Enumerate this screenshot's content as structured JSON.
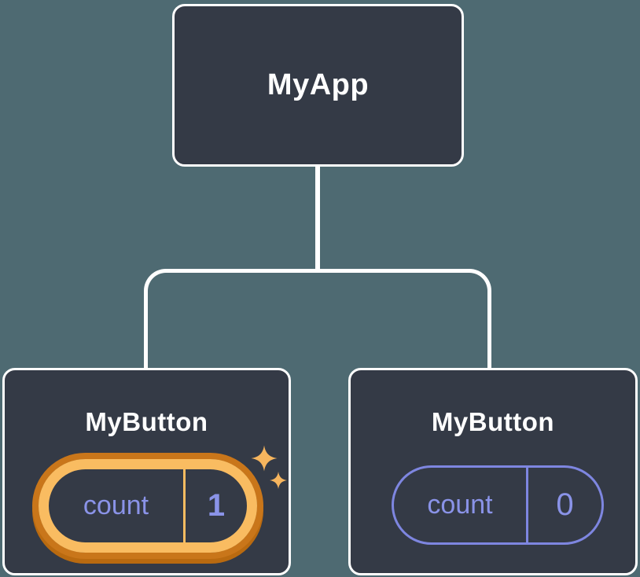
{
  "diagram": {
    "root": {
      "label": "MyApp"
    },
    "children": [
      {
        "label": "MyButton",
        "state_key": "count",
        "state_value": "1",
        "highlighted": true
      },
      {
        "label": "MyButton",
        "state_key": "count",
        "state_value": "0",
        "highlighted": false
      }
    ]
  },
  "colors": {
    "background": "#4E6A72",
    "node_bg": "#343A46",
    "node_border": "#FFFFFF",
    "node_text": "#FFFFFF",
    "connector": "#FFFFFF",
    "state_text": "#8A93E8",
    "state_border": "#7E86E0",
    "highlight_ring": "#F9BC61",
    "highlight_ring_dark": "#C9761A",
    "highlight_ring_shadow": "#B96A10",
    "sparkle": "#F6B55E"
  }
}
